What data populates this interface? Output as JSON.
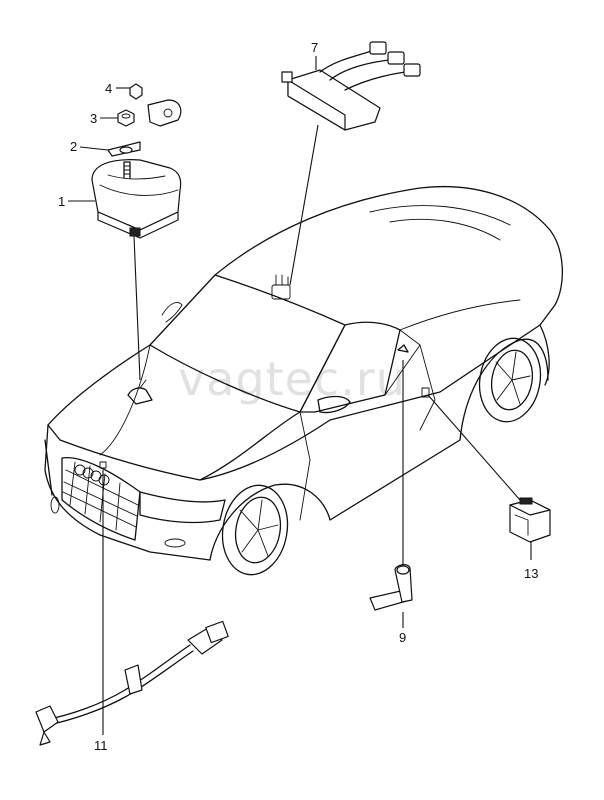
{
  "watermark": "vagtec.ru",
  "callouts": [
    {
      "id": "c1",
      "label": "1"
    },
    {
      "id": "c2",
      "label": "2"
    },
    {
      "id": "c3",
      "label": "3"
    },
    {
      "id": "c4",
      "label": "4"
    },
    {
      "id": "c7",
      "label": "7"
    },
    {
      "id": "c9",
      "label": "9"
    },
    {
      "id": "c11",
      "label": "11"
    },
    {
      "id": "c13",
      "label": "13"
    }
  ]
}
